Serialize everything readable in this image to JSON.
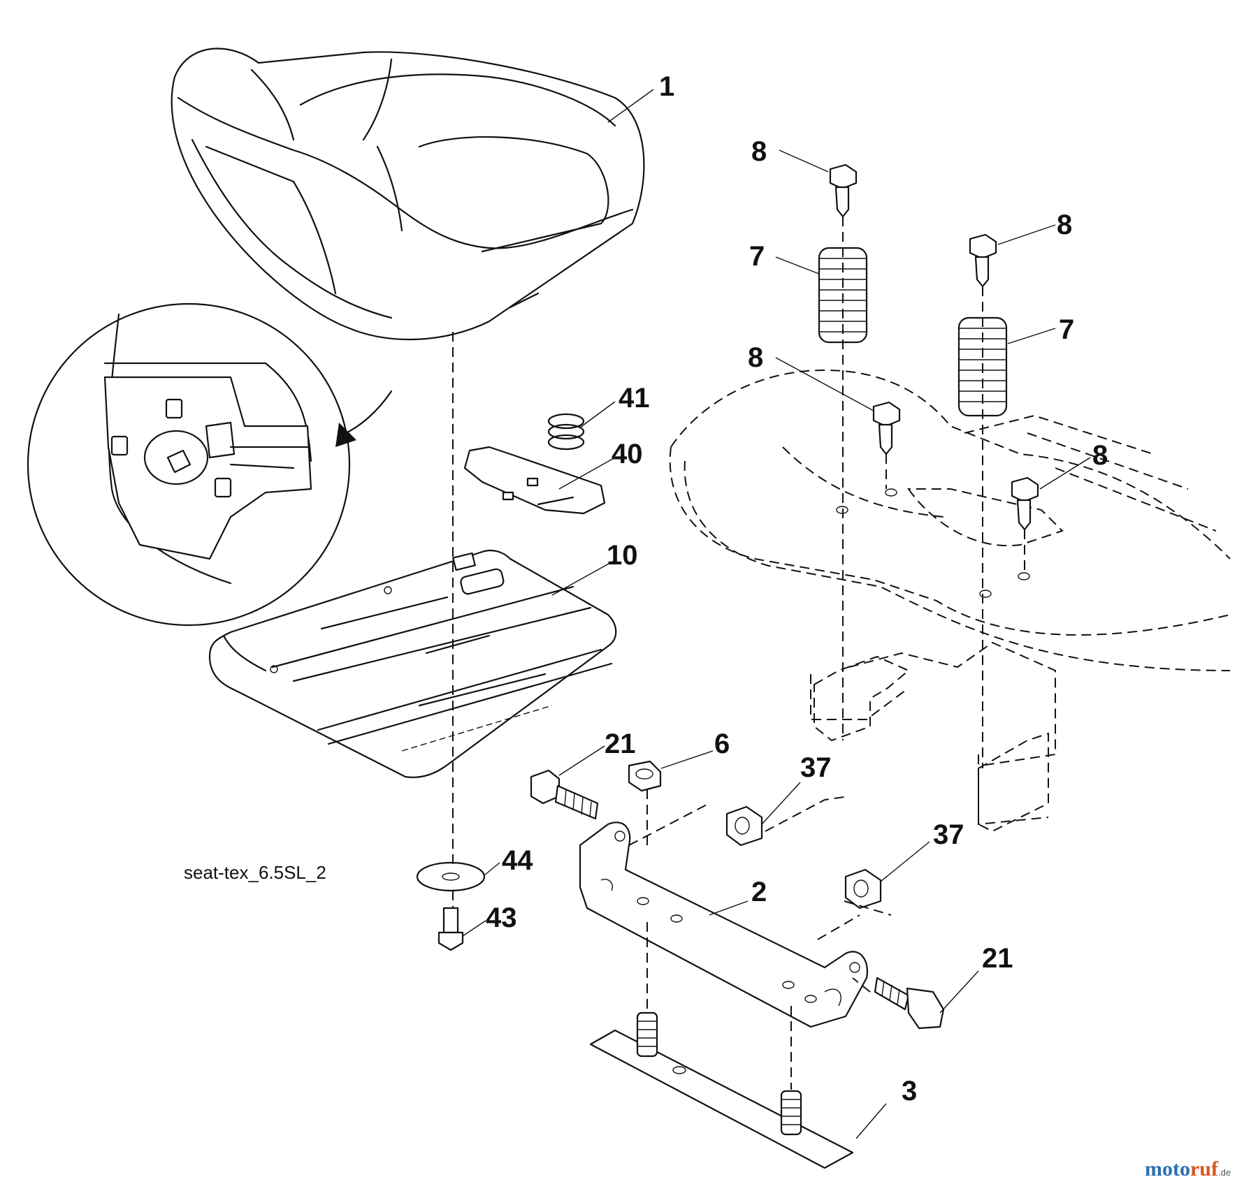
{
  "diagram": {
    "caption": "seat-tex_6.5SL_2",
    "watermark": {
      "part1": "moto",
      "part2": "ruf",
      "suffix": ".de"
    },
    "callouts": [
      {
        "id": "c-1",
        "text": "1"
      },
      {
        "id": "c-8a",
        "text": "8"
      },
      {
        "id": "c-8b",
        "text": "8"
      },
      {
        "id": "c-8c",
        "text": "8"
      },
      {
        "id": "c-8d",
        "text": "8"
      },
      {
        "id": "c-7a",
        "text": "7"
      },
      {
        "id": "c-7b",
        "text": "7"
      },
      {
        "id": "c-41",
        "text": "41"
      },
      {
        "id": "c-40",
        "text": "40"
      },
      {
        "id": "c-10",
        "text": "10"
      },
      {
        "id": "c-21a",
        "text": "21"
      },
      {
        "id": "c-6",
        "text": "6"
      },
      {
        "id": "c-37a",
        "text": "37"
      },
      {
        "id": "c-37b",
        "text": "37"
      },
      {
        "id": "c-44",
        "text": "44"
      },
      {
        "id": "c-43",
        "text": "43"
      },
      {
        "id": "c-2",
        "text": "2"
      },
      {
        "id": "c-21b",
        "text": "21"
      },
      {
        "id": "c-3",
        "text": "3"
      }
    ]
  }
}
